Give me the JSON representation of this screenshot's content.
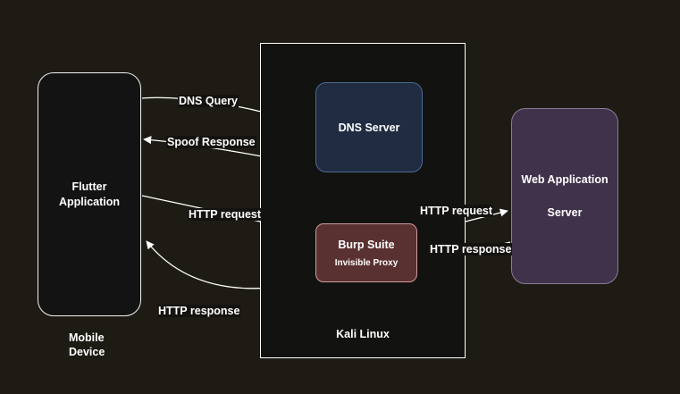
{
  "diagram": {
    "title": "Flutter app DNS spoofing / invisible proxy interception flow",
    "background_color": "#1e1b14",
    "nodes": {
      "flutter": {
        "label_line1": "Flutter",
        "label_line2": "Application",
        "caption_line1": "Mobile",
        "caption_line2": "Device",
        "fill": "#131313",
        "stroke": "#f2f2f2"
      },
      "dns": {
        "label": "DNS Server",
        "fill": "#1f2c41",
        "stroke": "#4b6a93"
      },
      "burp": {
        "label": "Burp Suite",
        "sublabel": "Invisible Proxy",
        "fill": "#5a3131",
        "stroke": "#cf9b9b"
      },
      "web": {
        "label_line1": "Web Application",
        "label_line2": "Server",
        "fill": "#40324a",
        "stroke": "#8c7a9b"
      },
      "kali": {
        "label": "Kali Linux",
        "fill": "#121210",
        "stroke": "#ffffff"
      }
    },
    "edges": [
      {
        "id": "dns-query",
        "label": "DNS Query",
        "from": "flutter",
        "to": "dns"
      },
      {
        "id": "spoof-response",
        "label": "Spoof Response",
        "from": "dns",
        "to": "flutter"
      },
      {
        "id": "http-request-left",
        "label": "HTTP request",
        "from": "flutter",
        "to": "burp"
      },
      {
        "id": "http-response-left",
        "label": "HTTP response",
        "from": "burp",
        "to": "flutter"
      },
      {
        "id": "http-request-right",
        "label": "HTTP request",
        "from": "burp",
        "to": "web"
      },
      {
        "id": "http-response-right",
        "label": "HTTP response",
        "from": "web",
        "to": "burp"
      }
    ],
    "edge_color": "#ffffff"
  }
}
